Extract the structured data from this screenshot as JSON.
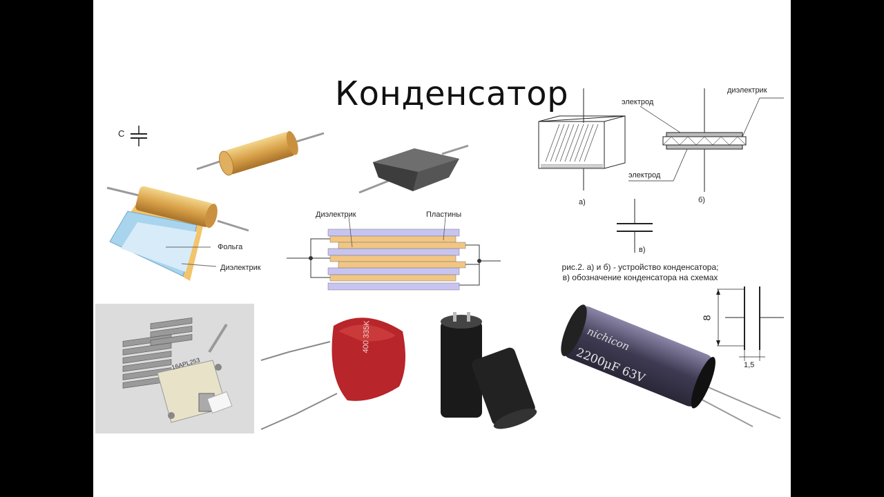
{
  "title": "Конденсатор",
  "symbol_label": "C",
  "foil_diagram": {
    "foil_label": "Фольга",
    "dielectric_label": "Диэлектрик"
  },
  "plates_diagram": {
    "dielectric_label": "Диэлектрик",
    "plates_label": "Пластины"
  },
  "structure_diagram": {
    "electrode_top": "электрод",
    "dielectric": "диэлектрик",
    "electrode_bottom": "электрод",
    "label_a": "а)",
    "label_b": "б)",
    "label_v": "в)",
    "caption_line1": "рис.2. а) и б) - устройство конденсатора;",
    "caption_line2": "в) обозначение конденсатора на схемах"
  },
  "dimension_drawing": {
    "height": "8",
    "gap": "1,5"
  },
  "photos": {
    "variable_marking": "16APL253",
    "film_marking": "400 335K",
    "electrolytic_brand": "nichicon",
    "electrolytic_value": "2200μF 63V"
  }
}
